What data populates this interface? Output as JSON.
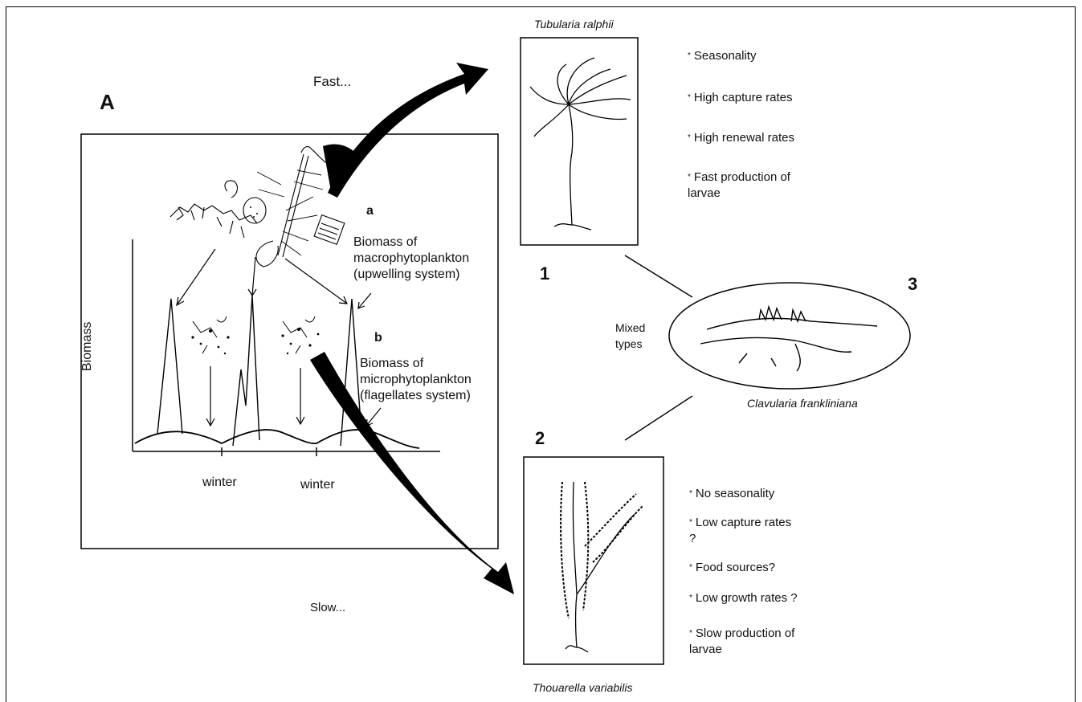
{
  "panel_a": {
    "label": "A",
    "fast": "Fast...",
    "slow": "Slow...",
    "a_marker": "a",
    "a_text": [
      "Biomass of",
      "macrophytoplankton",
      "(upwelling system)"
    ],
    "b_marker": "b",
    "b_text": [
      "Biomass of",
      "microphytoplankton",
      "(flagellates system)"
    ],
    "ylabel": "Biomass",
    "winter1": "winter",
    "winter2": "winter"
  },
  "species1": {
    "number": "1",
    "name": "Tubularia ralphii",
    "traits": [
      "Seasonality",
      "High capture rates",
      "High renewal rates",
      "Fast production of larvae"
    ]
  },
  "species2": {
    "number": "2",
    "name": "Thouarella variabilis",
    "traits": [
      "No seasonality",
      "Low capture rates ?",
      "Food sources?",
      "Low growth rates ?",
      "Slow production of larvae"
    ]
  },
  "species3": {
    "number": "3",
    "name": "Clavularia frankliniana",
    "mixed": [
      "Mixed",
      "types"
    ]
  }
}
